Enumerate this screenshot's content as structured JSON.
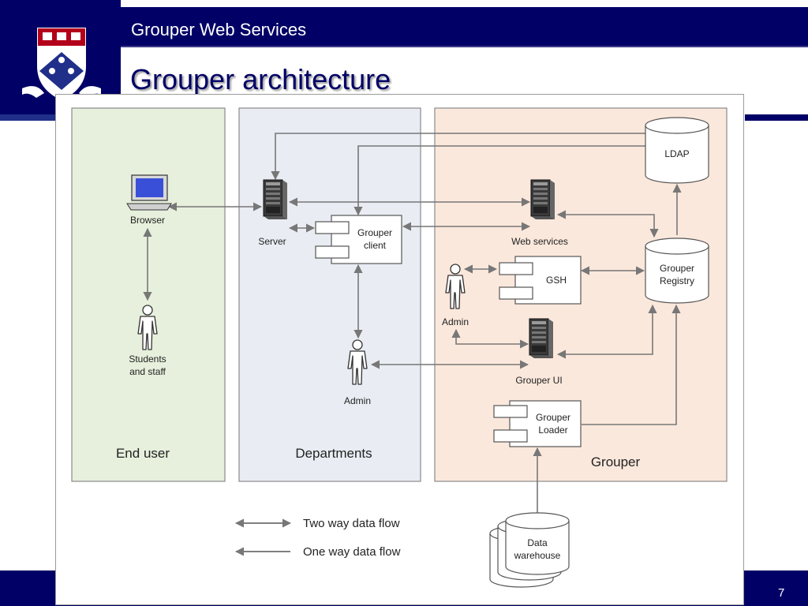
{
  "header": {
    "title": "Grouper Web Services"
  },
  "slide": {
    "title": "Grouper architecture",
    "page_number": "7"
  },
  "logo": {
    "icon": "university-shield-icon"
  },
  "diagram": {
    "regions": {
      "end_user": "End user",
      "departments": "Departments",
      "grouper": "Grouper"
    },
    "nodes": {
      "browser": "Browser",
      "students_line1": "Students",
      "students_line2": "and staff",
      "server": "Server",
      "grouper_client_line1": "Grouper",
      "grouper_client_line2": "client",
      "admin_departments": "Admin",
      "web_services": "Web services",
      "admin_grouper": "Admin",
      "gsh": "GSH",
      "grouper_ui": "Grouper UI",
      "grouper_loader_line1": "Grouper",
      "grouper_loader_line2": "Loader",
      "ldap": "LDAP",
      "grouper_registry_line1": "Grouper",
      "grouper_registry_line2": "Registry",
      "data_warehouse_line1": "Data",
      "data_warehouse_line2": "warehouse"
    },
    "legend": {
      "two_way": "Two way data flow",
      "one_way": "One way data flow"
    },
    "colors": {
      "end_user_fill": "#e6f0dc",
      "departments_fill": "#e9edf3",
      "grouper_fill": "#fbe8dc",
      "connector": "#777777",
      "banner": "#000066"
    }
  }
}
